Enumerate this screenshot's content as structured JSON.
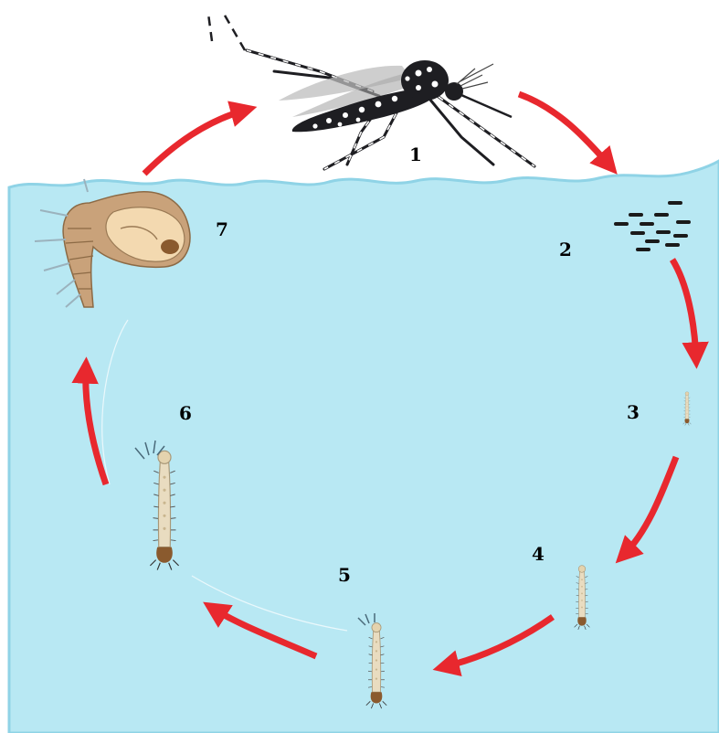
{
  "colors": {
    "water": "#b8e8f3",
    "water_edge": "#8fd3e6",
    "arrow": "#e8282e",
    "mosquito_body": "#1e1e22",
    "mosquito_spots": "#ffffff",
    "larva_body": "#e9dcc0",
    "larva_outline": "#a89878",
    "larva_tail": "#8a5a2e",
    "pupa_body": "#c9a27a",
    "pupa_highlight": "#f3d9b0",
    "eggs": "#1a1a1a"
  },
  "icons": {
    "adult": "mosquito-adult-icon",
    "eggs": "egg-raft-icon",
    "pupa": "pupa-icon",
    "larva": "larva-icon"
  },
  "stages": [
    {
      "number": "1",
      "depicts": "adult"
    },
    {
      "number": "2",
      "depicts": "eggs"
    },
    {
      "number": "3",
      "depicts": "larva"
    },
    {
      "number": "4",
      "depicts": "larva"
    },
    {
      "number": "5",
      "depicts": "larva"
    },
    {
      "number": "6",
      "depicts": "larva"
    },
    {
      "number": "7",
      "depicts": "pupa"
    }
  ]
}
